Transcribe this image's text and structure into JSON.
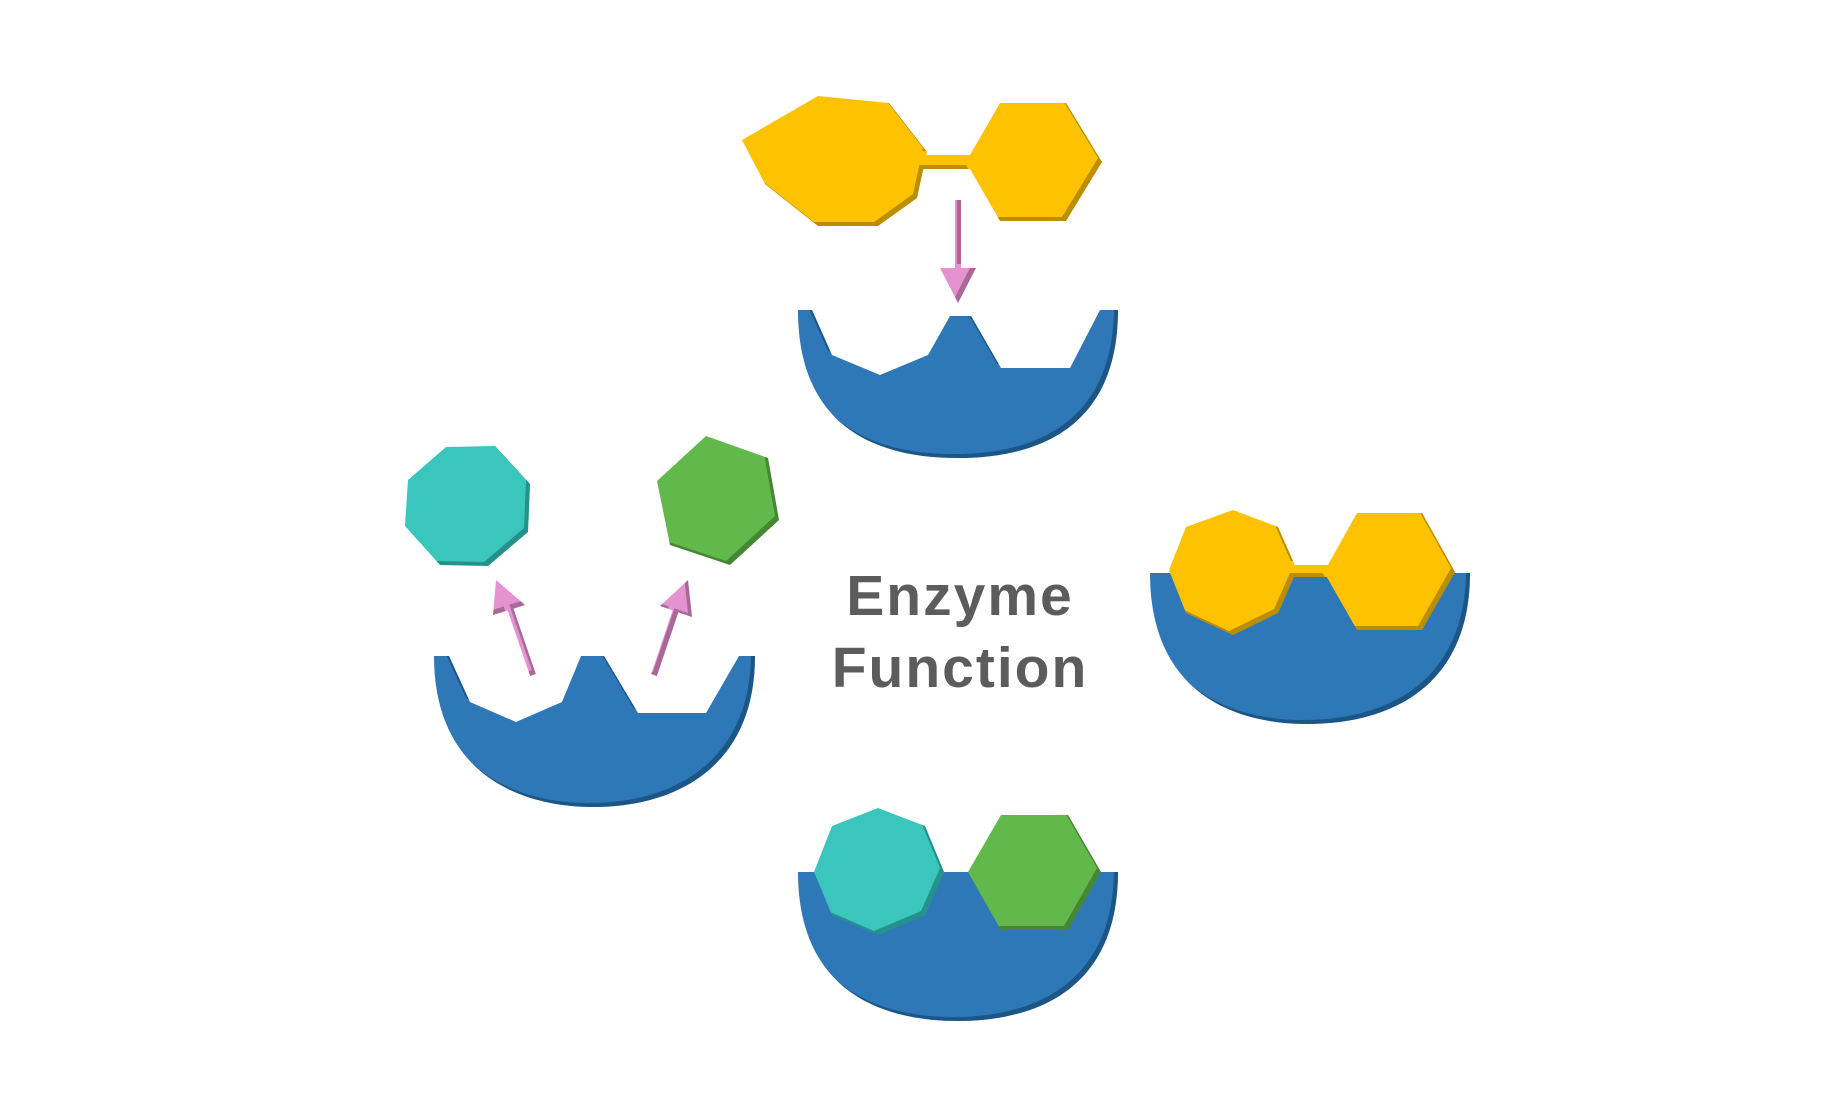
{
  "title": {
    "line1": "Enzyme",
    "line2": "Function"
  },
  "colors": {
    "enzyme": "#2e78b8",
    "substrate": "#ffc200",
    "product_teal": "#3ac6bd",
    "product_green": "#62b94c",
    "arrow": "#e592d1",
    "text": "#5c5c5c",
    "background": "#ffffff"
  },
  "stages": [
    {
      "name": "substrate-approaching-enzyme"
    },
    {
      "name": "enzyme-substrate-complex"
    },
    {
      "name": "enzyme-product-complex"
    },
    {
      "name": "products-released"
    }
  ]
}
